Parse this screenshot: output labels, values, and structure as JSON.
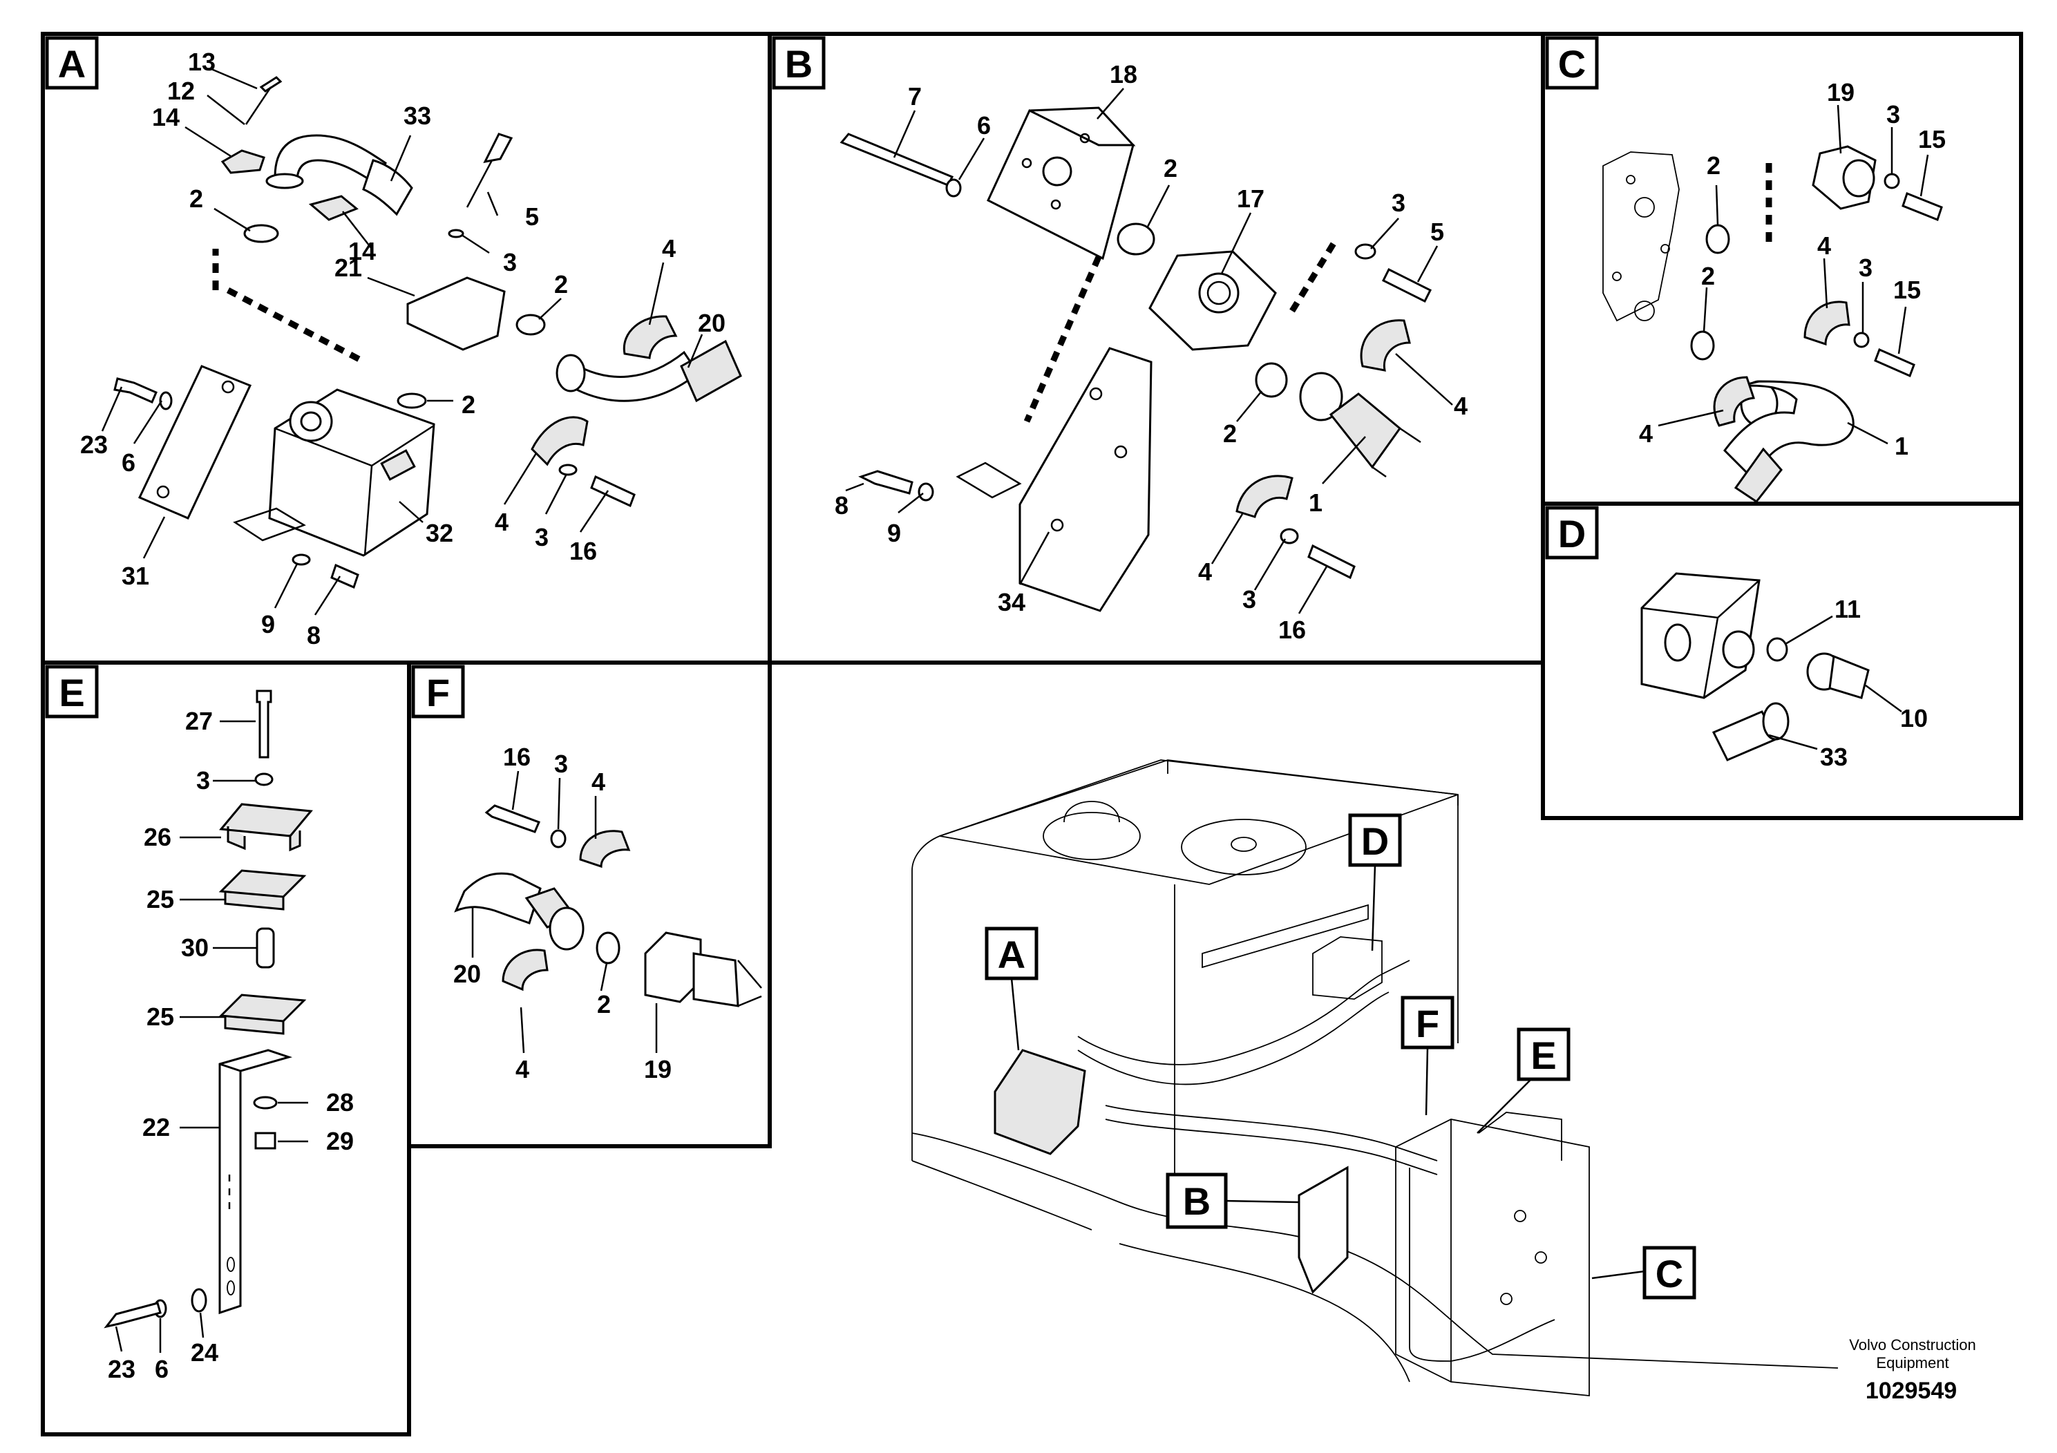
{
  "panels": {
    "A": {
      "tag": "A",
      "callouts": {
        "c13": "13",
        "c12": "12",
        "c14a": "14",
        "c33": "33",
        "c2a": "2",
        "c14b": "14",
        "c5": "5",
        "c3a": "3",
        "c21": "21",
        "c2b": "2",
        "c4a": "4",
        "c20": "20",
        "c23": "23",
        "c6": "6",
        "c2c": "2",
        "c32": "32",
        "c31": "31",
        "c4b": "4",
        "c3b": "3",
        "c16": "16",
        "c9": "9",
        "c8": "8"
      }
    },
    "B": {
      "tag": "B",
      "callouts": {
        "c7": "7",
        "c6": "6",
        "c18": "18",
        "c2a": "2",
        "c17": "17",
        "c3a": "3",
        "c5": "5",
        "c4a": "4",
        "c2b": "2",
        "c1": "1",
        "c8": "8",
        "c9": "9",
        "c34": "34",
        "c4b": "4",
        "c3b": "3",
        "c16": "16"
      }
    },
    "C": {
      "tag": "C",
      "callouts": {
        "c19": "19",
        "c3a": "3",
        "c15a": "15",
        "c2a": "2",
        "c4a": "4",
        "c2b": "2",
        "c3b": "3",
        "c15b": "15",
        "c4b": "4",
        "c1": "1"
      }
    },
    "D": {
      "tag": "D",
      "callouts": {
        "c11": "11",
        "c10": "10",
        "c33": "33"
      }
    },
    "E": {
      "tag": "E",
      "callouts": {
        "c27": "27",
        "c3": "3",
        "c26": "26",
        "c25a": "25",
        "c30": "30",
        "c25b": "25",
        "c28": "28",
        "c22": "22",
        "c29": "29",
        "c23": "23",
        "c6": "6",
        "c24": "24"
      }
    },
    "F": {
      "tag": "F",
      "callouts": {
        "c16": "16",
        "c3": "3",
        "c4a": "4",
        "c20": "20",
        "c2": "2",
        "c4b": "4",
        "c19": "19"
      }
    }
  },
  "overview": {
    "tags": {
      "A": "A",
      "B": "B",
      "C": "C",
      "D": "D",
      "E": "E",
      "F": "F"
    }
  },
  "footer": {
    "brand_line1": "Volvo Construction",
    "brand_line2": "Equipment",
    "doc_number": "1029549"
  }
}
